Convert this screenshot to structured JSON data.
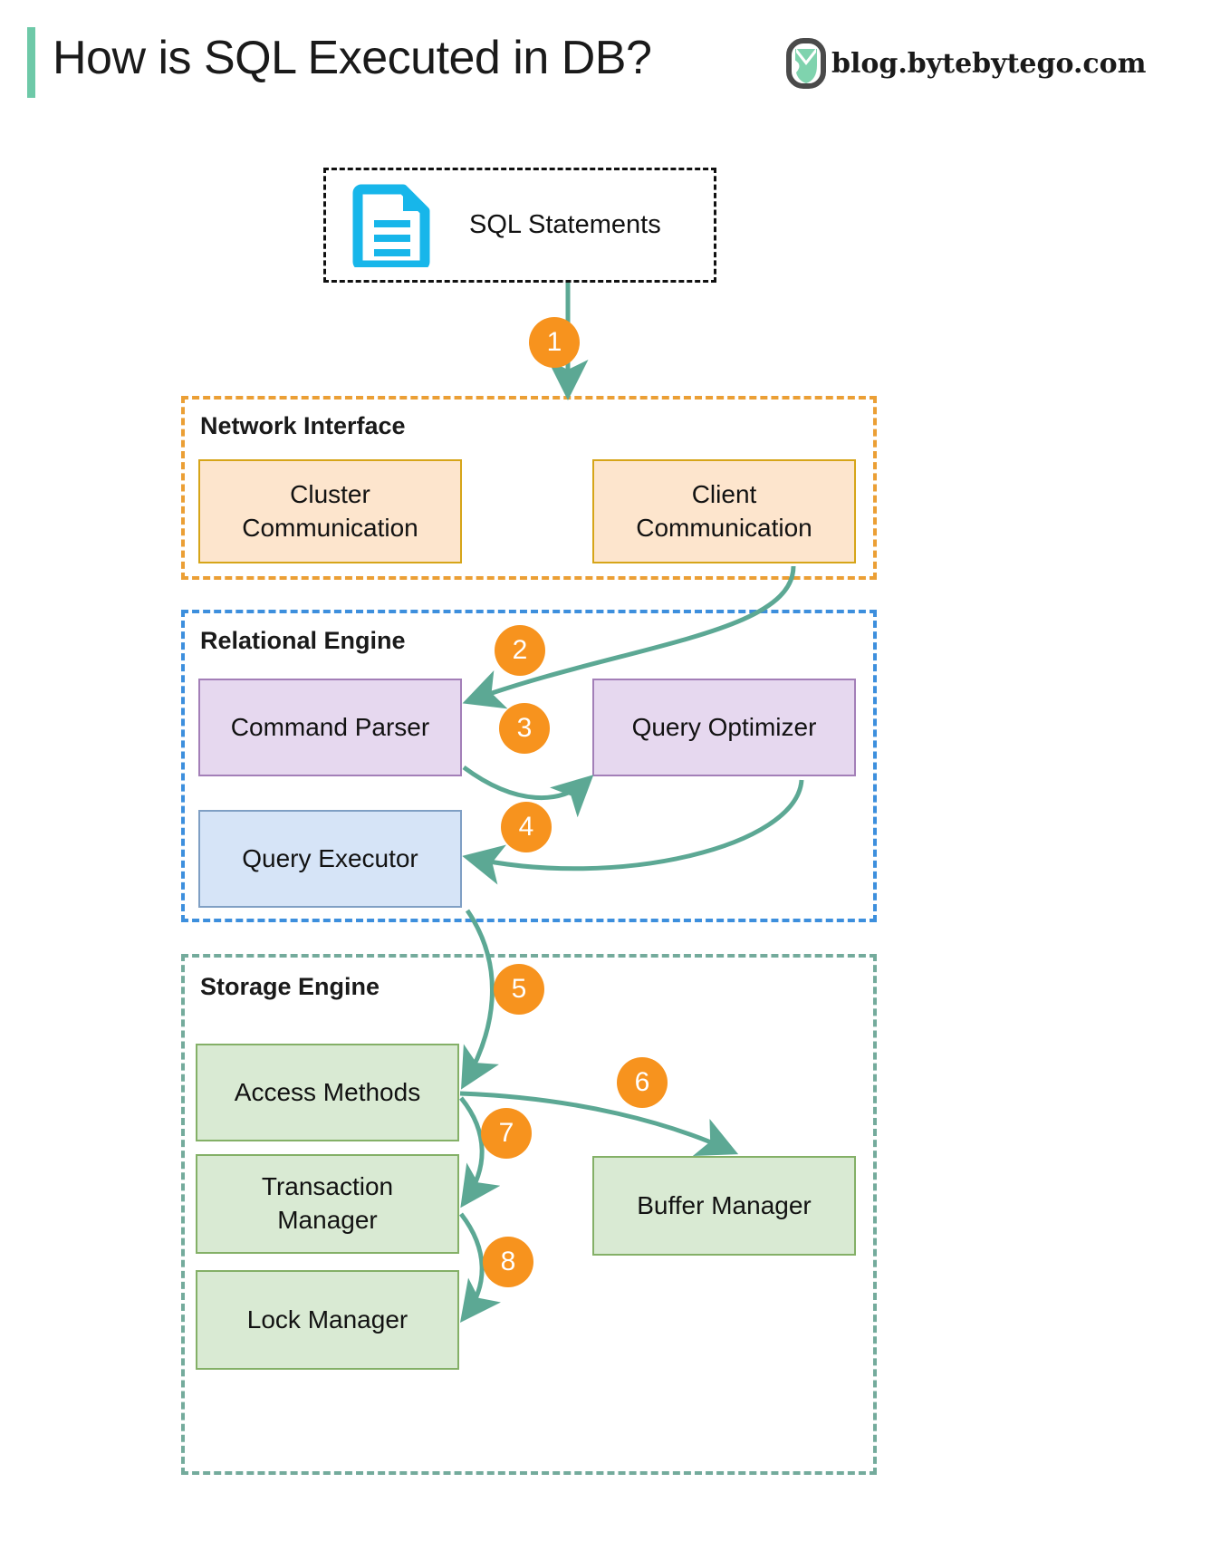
{
  "header": {
    "title": "How is SQL Executed in DB?",
    "brand_text": "blog.bytebytego.com",
    "logo_icon": "bytebytego-logo-icon",
    "accent_bar_color": "#6ec9a8"
  },
  "input": {
    "label": "SQL Statements",
    "icon": "document-icon",
    "icon_color": "#17b6ea"
  },
  "sections": [
    {
      "key": "network_interface",
      "title": "Network Interface",
      "border_color": "#eb9f35",
      "nodes": [
        {
          "key": "cluster_communication",
          "label": "Cluster\nCommunication",
          "fill": "#fde5cd",
          "stroke": "#d6a519"
        },
        {
          "key": "client_communication",
          "label": "Client\nCommunication",
          "fill": "#fde5cd",
          "stroke": "#d6a519"
        }
      ]
    },
    {
      "key": "relational_engine",
      "title": "Relational Engine",
      "border_color": "#3d8fdd",
      "nodes": [
        {
          "key": "command_parser",
          "label": "Command Parser",
          "fill": "#e6d8ef",
          "stroke": "#a37fb8"
        },
        {
          "key": "query_optimizer",
          "label": "Query Optimizer",
          "fill": "#e6d8ef",
          "stroke": "#a37fb8"
        },
        {
          "key": "query_executor",
          "label": "Query Executor",
          "fill": "#d6e4f7",
          "stroke": "#7f9fc4"
        }
      ]
    },
    {
      "key": "storage_engine",
      "title": "Storage Engine",
      "border_color": "#74ab9c",
      "nodes": [
        {
          "key": "access_methods",
          "label": "Access Methods",
          "fill": "#d9ead3",
          "stroke": "#84b067"
        },
        {
          "key": "transaction_manager",
          "label": "Transaction\nManager",
          "fill": "#d9ead3",
          "stroke": "#84b067"
        },
        {
          "key": "lock_manager",
          "label": "Lock Manager",
          "fill": "#d9ead3",
          "stroke": "#84b067"
        },
        {
          "key": "buffer_manager",
          "label": "Buffer Manager",
          "fill": "#d9ead3",
          "stroke": "#84b067"
        }
      ]
    }
  ],
  "steps": [
    {
      "n": "1",
      "from": "sql_statements",
      "to": "network_interface"
    },
    {
      "n": "2",
      "from": "client_communication",
      "to": "command_parser"
    },
    {
      "n": "3",
      "from": "command_parser",
      "to": "query_optimizer"
    },
    {
      "n": "4",
      "from": "query_optimizer",
      "to": "query_executor"
    },
    {
      "n": "5",
      "from": "query_executor",
      "to": "access_methods"
    },
    {
      "n": "6",
      "from": "access_methods",
      "to": "buffer_manager"
    },
    {
      "n": "7",
      "from": "access_methods",
      "to": "transaction_manager"
    },
    {
      "n": "8",
      "from": "transaction_manager",
      "to": "lock_manager"
    }
  ],
  "colors": {
    "arrow": "#5ca894",
    "step_badge": "#f7931e",
    "step_text": "#ffffff"
  }
}
